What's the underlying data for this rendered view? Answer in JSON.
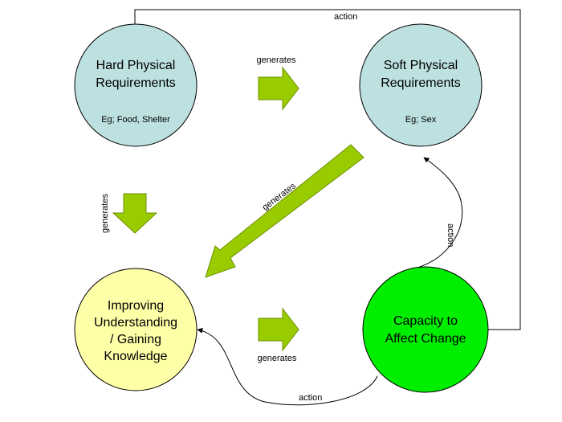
{
  "nodes": {
    "hard": {
      "title_line1": "Hard Physical",
      "title_line2": "Requirements",
      "example": "Eg; Food, Shelter",
      "fill": "#bde0e0"
    },
    "soft": {
      "title_line1": "Soft Physical",
      "title_line2": "Requirements",
      "example": "Eg; Sex",
      "fill": "#bde0e0"
    },
    "knowledge": {
      "line1": "Improving",
      "line2": "Understanding",
      "line3": "/ Gaining",
      "line4": "Knowledge",
      "fill": "#ffffa8"
    },
    "capacity": {
      "line1": "Capacity to",
      "line2": "Affect Change",
      "fill": "#00ee00"
    }
  },
  "arrows": {
    "fill": "#99cc00",
    "hard_to_soft_label": "generates",
    "hard_to_knowledge_label": "generates",
    "soft_to_knowledge_label": "generates",
    "knowledge_to_capacity_label": "generates"
  },
  "connectors": {
    "capacity_to_hard_label": "action",
    "capacity_to_soft_label": "action",
    "capacity_to_knowledge_label": "action"
  }
}
